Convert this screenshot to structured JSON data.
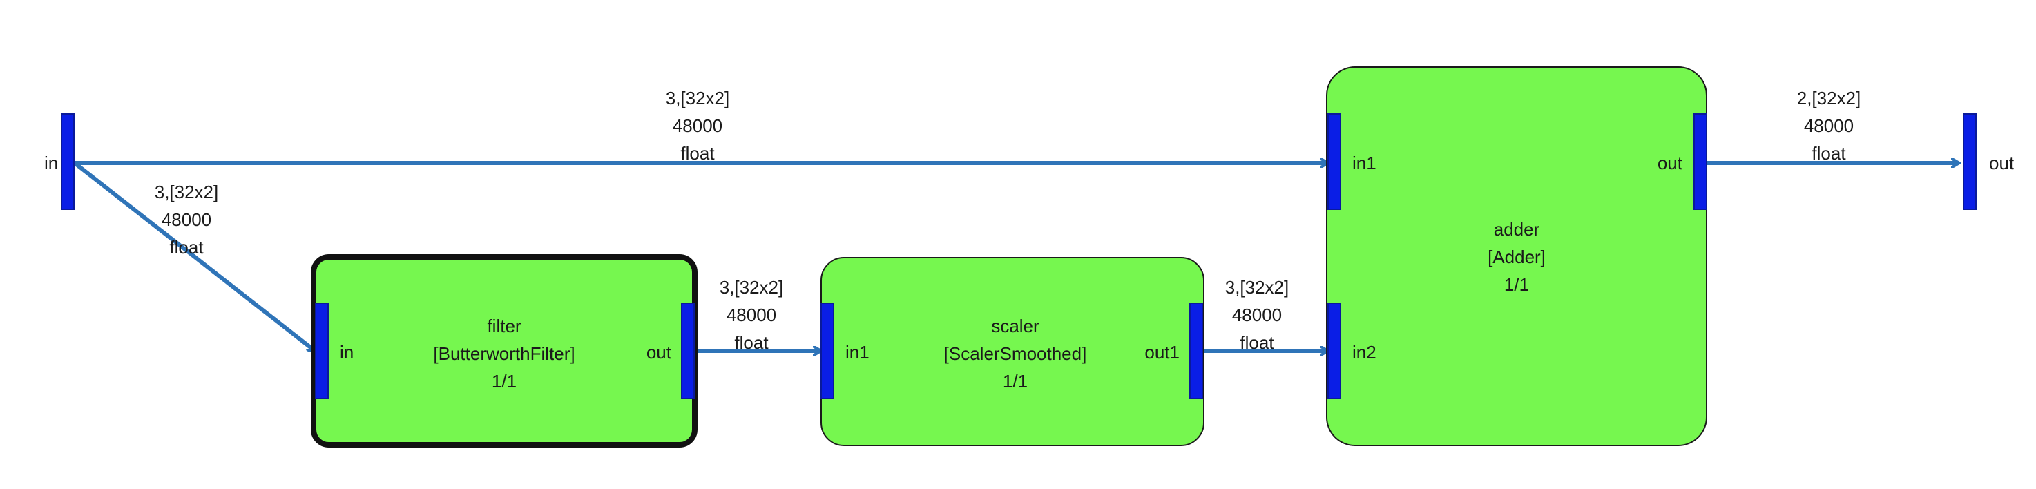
{
  "colors": {
    "block_fill": "#76f74f",
    "port_fill": "#0a1ee6",
    "edge": "#2f74b8"
  },
  "graph": {
    "source": {
      "label": "in"
    },
    "sink": {
      "label": "out"
    },
    "blocks": {
      "filter": {
        "name": "filter",
        "type": "[ButterworthFilter]",
        "ratio": "1/1",
        "in_port": "in",
        "out_port": "out",
        "selected": true
      },
      "scaler": {
        "name": "scaler",
        "type": "[ScalerSmoothed]",
        "ratio": "1/1",
        "in_port": "in1",
        "out_port": "out1"
      },
      "adder": {
        "name": "adder",
        "type": "[Adder]",
        "ratio": "1/1",
        "in_port_1": "in1",
        "in_port_2": "in2",
        "out_port": "out"
      }
    },
    "edges": {
      "in_to_adder": {
        "shape": "3,[32x2]",
        "rate": "48000",
        "dtype": "float"
      },
      "in_to_filter": {
        "shape": "3,[32x2]",
        "rate": "48000",
        "dtype": "float"
      },
      "filter_to_scaler": {
        "shape": "3,[32x2]",
        "rate": "48000",
        "dtype": "float"
      },
      "scaler_to_adder": {
        "shape": "3,[32x2]",
        "rate": "48000",
        "dtype": "float"
      },
      "adder_to_out": {
        "shape": "2,[32x2]",
        "rate": "48000",
        "dtype": "float"
      }
    }
  }
}
